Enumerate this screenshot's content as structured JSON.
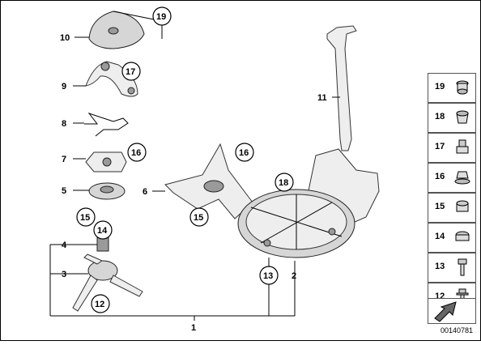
{
  "diagram": {
    "callouts": [
      "19",
      "10",
      "17",
      "9",
      "8",
      "16",
      "7",
      "5",
      "15",
      "14",
      "4",
      "3",
      "12",
      "11",
      "18",
      "6",
      "16",
      "15",
      "13",
      "2",
      "1"
    ],
    "legend": [
      {
        "num": "19",
        "icon": "grommet-icon"
      },
      {
        "num": "18",
        "icon": "rubber-mount-icon"
      },
      {
        "num": "17",
        "icon": "collar-nut-icon"
      },
      {
        "num": "16",
        "icon": "flange-nut-icon"
      },
      {
        "num": "15",
        "icon": "hex-nut-icon"
      },
      {
        "num": "14",
        "icon": "lock-nut-icon"
      },
      {
        "num": "13",
        "icon": "hex-bolt-icon"
      },
      {
        "num": "12",
        "icon": "flange-bolt-icon"
      }
    ],
    "reference": "00140781"
  }
}
